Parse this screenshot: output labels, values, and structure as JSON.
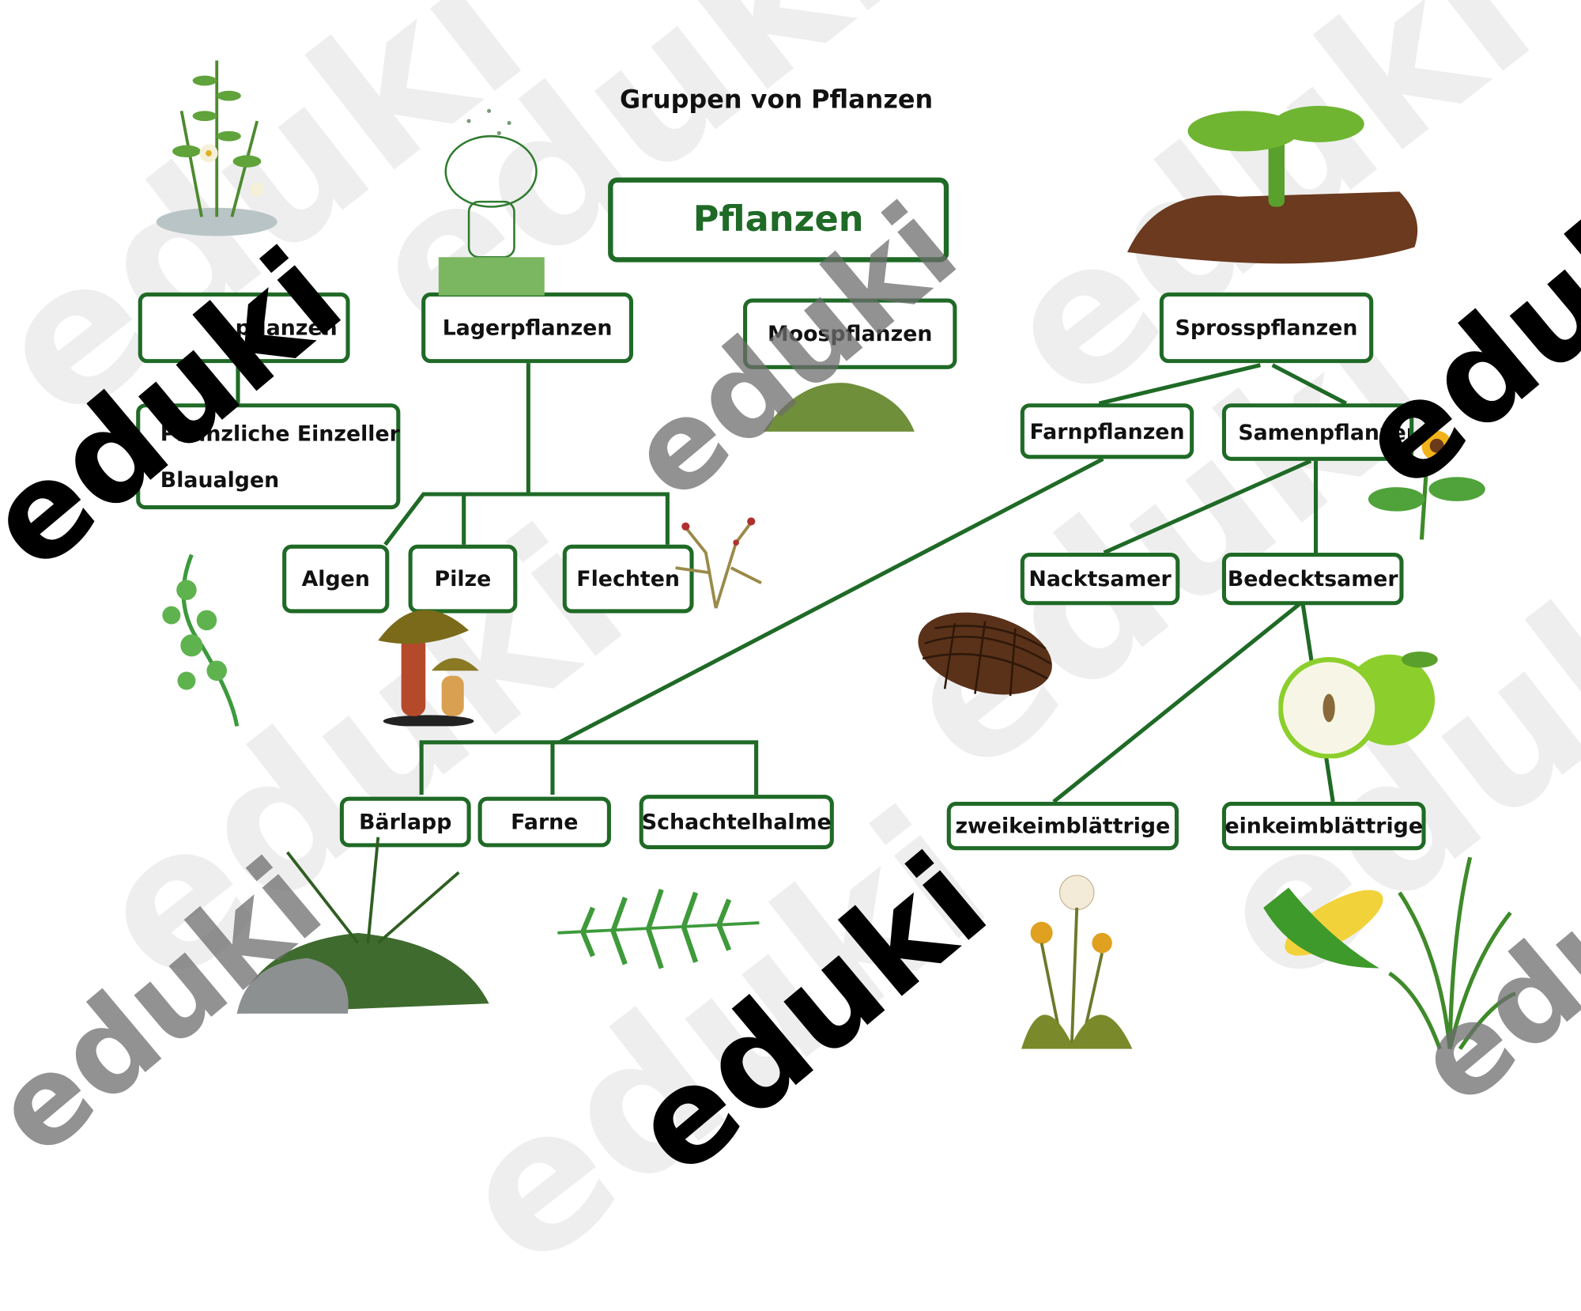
{
  "title": "Gruppen von Pflanzen",
  "root": "Pflanzen",
  "level1": {
    "algenpflanzen_partial": "...pflanzen",
    "lager": "Lagerpflanzen",
    "moos": "Moospflanzen",
    "spross": "Sprosspflanzen"
  },
  "einzeller": {
    "line1": "Pflanzliche Einzeller",
    "line2": "Blaualgen"
  },
  "lager_children": [
    "Algen",
    "Pilze",
    "Flechten"
  ],
  "spross_children": {
    "farn": "Farnpflanzen",
    "samen": "Samenpflanzen"
  },
  "samen_children": {
    "nackt": "Nacktsamer",
    "bedeckt": "Bedecktsamer"
  },
  "farn_children": [
    "Bärlapp",
    "Farne",
    "Schachtelhalme"
  ],
  "bedeckt_children": {
    "zwei": "zweikeimblättrige",
    "ein": "einkeimblättrige"
  },
  "watermark": "eduki",
  "colors": {
    "line": "#1f6a26",
    "box_border": "#1f6a26",
    "root_text": "#1f6a26"
  },
  "icons": [
    "herb-plant-icon",
    "puffball-mushroom-icon",
    "seedling-icon",
    "moss-stone-icon",
    "sunflower-icon",
    "green-alga-icon",
    "boletus-mushroom-icon",
    "lichen-icon",
    "pine-cone-icon",
    "apple-icon",
    "fern-bush-icon",
    "fern-leaf-icon",
    "dandelion-icon",
    "corn-icon",
    "grass-icon"
  ]
}
